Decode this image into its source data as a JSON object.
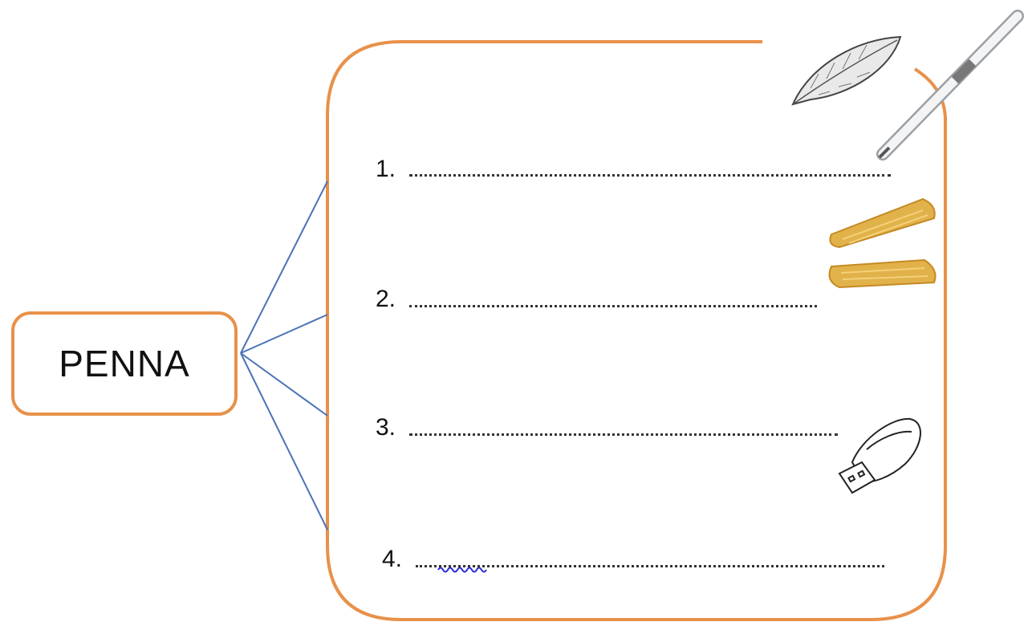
{
  "center": {
    "label": "PENNA"
  },
  "answer_lines": [
    {
      "number": "1."
    },
    {
      "number": "2."
    },
    {
      "number": "3."
    },
    {
      "number": "4."
    }
  ],
  "colors": {
    "accent": "#e8914a",
    "connector": "#4a72b8"
  },
  "icons": [
    "feather-icon",
    "pen-icon",
    "penne-pasta-icon",
    "usb-drive-icon"
  ]
}
